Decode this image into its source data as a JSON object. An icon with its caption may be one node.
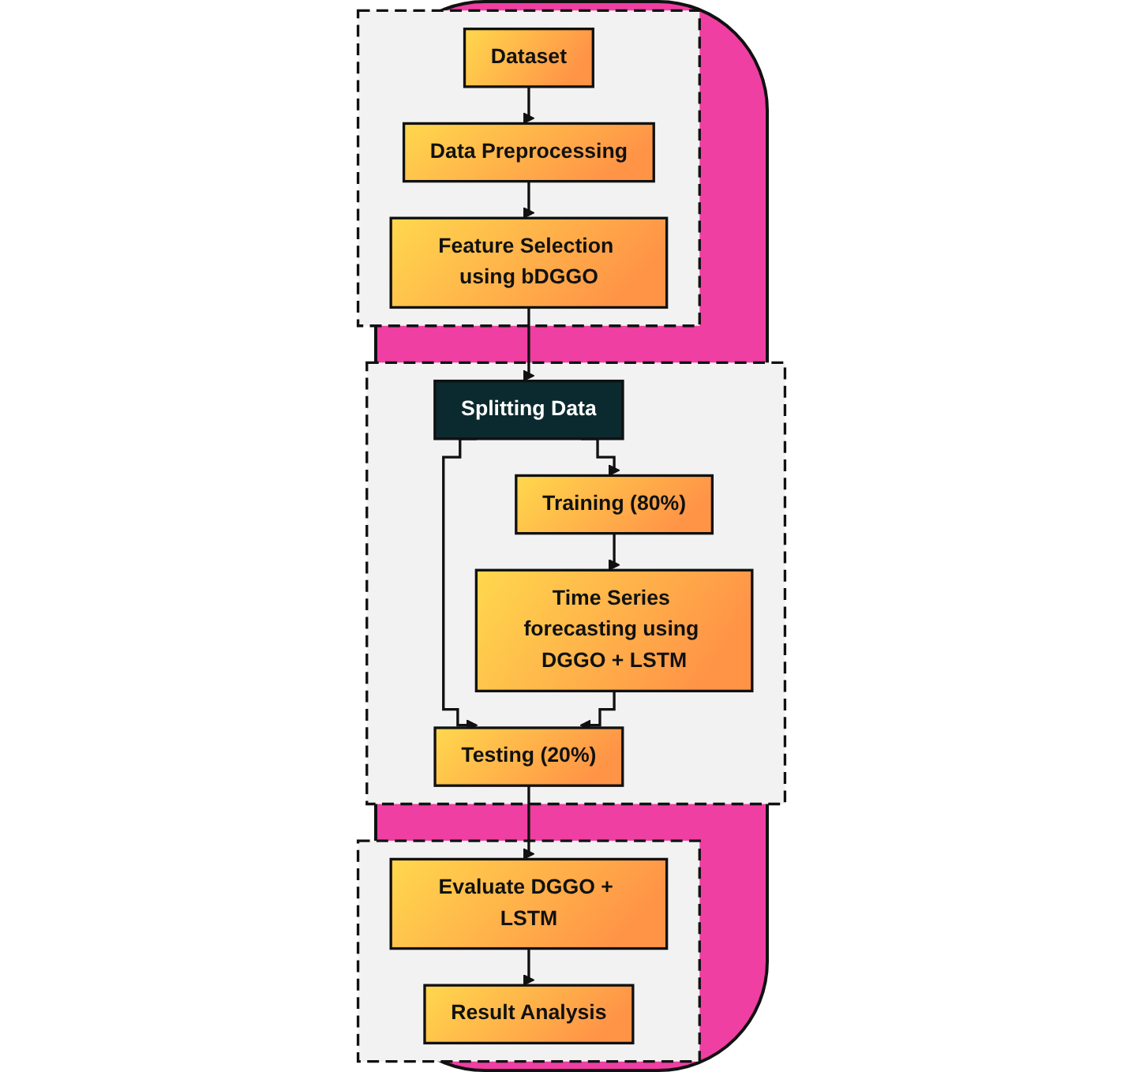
{
  "diagram": {
    "nodes": [
      {
        "text": [],
        "shape": "box"
      },
      {
        "text": [
          "Dataset"
        ],
        "in": 0
      },
      {
        "text": [
          "Data Preprocessing"
        ],
        "in": 0
      },
      {
        "text": [
          "Feature Selection using bDGGO"
        ],
        "in": 0
      },
      {
        "text": [],
        "shape": "box"
      },
      {
        "text": [
          "Time Series forecasting using DGGO + LSTM"
        ],
        "in": 4
      },
      {
        "text": [
          "Training (80%)"
        ],
        "in": 4
      },
      {
        "text": [
          "Splitting Data"
        ],
        "in": 4
      },
      {
        "text": [
          "Testing (20%)"
        ],
        "in": 4
      },
      {
        "text": [],
        "shape": "box"
      },
      {
        "text": [
          "Result Analysis"
        ],
        "in": 9
      },
      {
        "text": [
          "Evaluate DGGO + LSTM"
        ],
        "in": 9
      }
    ],
    "edges": [
      {
        "from": 1,
        "to": 2,
        "arrow": "to"
      },
      {
        "from": 2,
        "to": 3,
        "arrow": "to"
      },
      {
        "from": 3,
        "to": 7,
        "arrow": "to"
      },
      {
        "from": 7,
        "to": 6,
        "arrow": "to"
      },
      {
        "from": 7,
        "to": 8,
        "arrow": "to"
      },
      {
        "from": 6,
        "to": 5,
        "arrow": "to"
      },
      {
        "from": 5,
        "to": 8,
        "arrow": "to"
      },
      {
        "from": 8,
        "to": 11,
        "arrow": "to"
      },
      {
        "from": 11,
        "to": 10,
        "arrow": "to"
      }
    ]
  }
}
